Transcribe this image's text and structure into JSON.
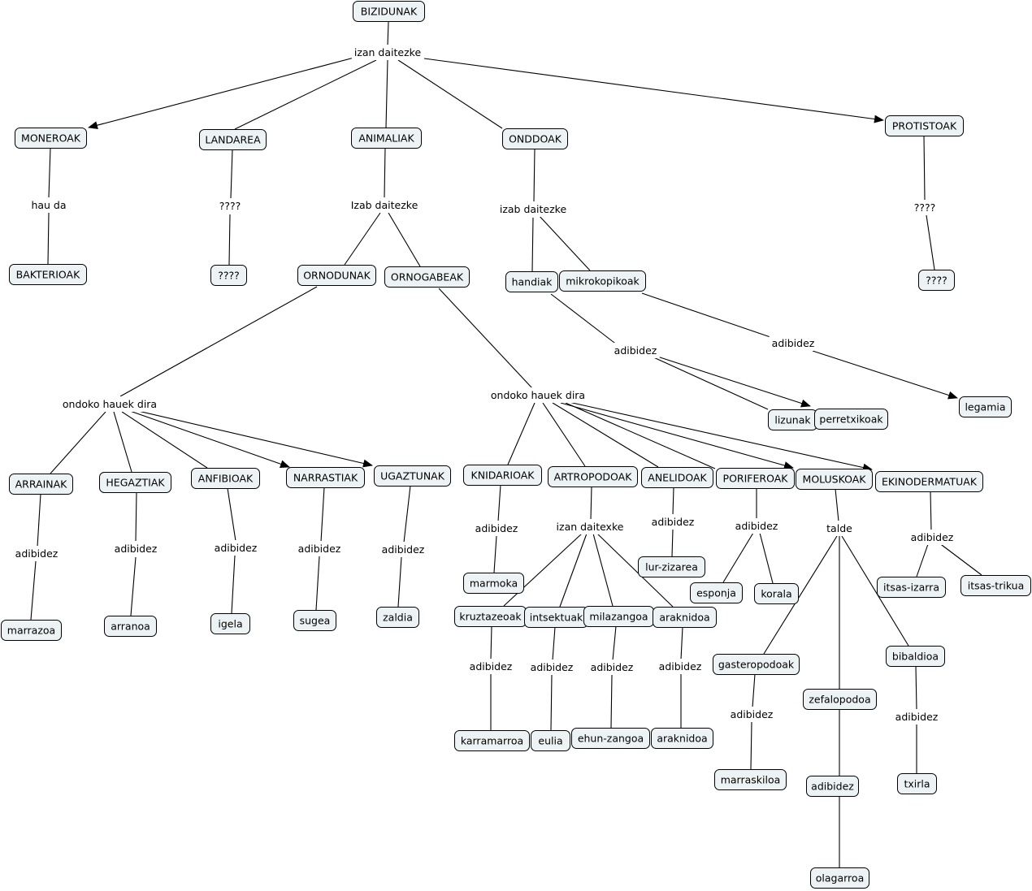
{
  "concept_map": {
    "root": "BIZIDUNAK",
    "concepts": {
      "bizidunak": "BIZIDUNAK",
      "moneroak": "MONEROAK",
      "landarea": "LANDAREA",
      "animaliak": "ANIMALIAK",
      "onddoak": "ONDDOAK",
      "protistoak": "PROTISTOAK",
      "bakterioak": "BAKTERIOAK",
      "landarea_q": "????",
      "protistoak_q": "????",
      "ornodunak": "ORNODUNAK",
      "ornogabeak": "ORNOGABEAK",
      "handiak": "handiak",
      "mikrokopikoak": "mikrokopikoak",
      "lizunak": "lizunak",
      "perretxikoak": "perretxikoak",
      "legamia": "legamia",
      "arrainak": "ARRAINAK",
      "hegaztiak": "HEGAZTIAK",
      "anfibioak": "ANFIBIOAK",
      "narrastiak": "NARRASTIAK",
      "ugaztunak": "UGAZTUNAK",
      "marrazoa": "marrazoa",
      "arranoa": "arranoa",
      "igela": "igela",
      "sugea": "sugea",
      "zaldia": "zaldia",
      "knidarioak": "KNIDARIOAK",
      "artropodoak": "ARTROPODOAK",
      "anelidoak": "ANELIDOAK",
      "poriferoak": "PORIFEROAK",
      "moluskoak": "MOLUSKOAK",
      "ekinodermatuak": "EKINODERMATUAK",
      "marmoka": "marmoka",
      "lur_zizarea": "lur-zizarea",
      "esponja": "esponja",
      "korala": "korala",
      "itsas_izarra": "itsas-izarra",
      "itsas_trikua": "itsas-trikua",
      "kruztazeoak": "kruztazeoak",
      "intsektuak": "intsektuak",
      "milazangoa": "milazangoa",
      "araknidoa": "araknidoa",
      "karramarroa": "karramarroa",
      "eulia": "eulia",
      "ehun_zangoa": "ehun-zangoa",
      "araknidoa2": "araknidoa",
      "gasteropodoak": "gasteropodoak",
      "zefalopodoa": "zefalopodoa",
      "bibaldioa": "bibaldioa",
      "marraskiloa": "marraskiloa",
      "adibidez_box": "adibidez",
      "txirla": "txirla",
      "olagarroa": "olagarroa"
    },
    "linking_phrases": {
      "izan_daitezke": "izan daitezke",
      "hau_da": "hau da",
      "landarea_q": "????",
      "izab_daitezke_anim": "Izab daitezke",
      "izab_daitezke_ond": "izab daitezke",
      "protistoak_q": "????",
      "ondoko_orno": "ondoko hauek dira",
      "ondoko_ornog": "ondoko hauek dira",
      "adibidez_handiak": "adibidez",
      "adibidez_mikro": "adibidez",
      "adibidez_arrain": "adibidez",
      "adibidez_hegaz": "adibidez",
      "adibidez_anfib": "adibidez",
      "adibidez_narras": "adibidez",
      "adibidez_ugaz": "adibidez",
      "adibidez_knid": "adibidez",
      "izan_daitexke": "izan daitexke",
      "adibidez_aneli": "adibidez",
      "adibidez_porif": "adibidez",
      "talde": "talde",
      "adibidez_ekino": "adibidez",
      "adibidez_kruz": "adibidez",
      "adibidez_ints": "adibidez",
      "adibidez_mila": "adibidez",
      "adibidez_arak": "adibidez",
      "adibidez_gast": "adibidez",
      "adibidez_bib": "adibidez"
    }
  }
}
